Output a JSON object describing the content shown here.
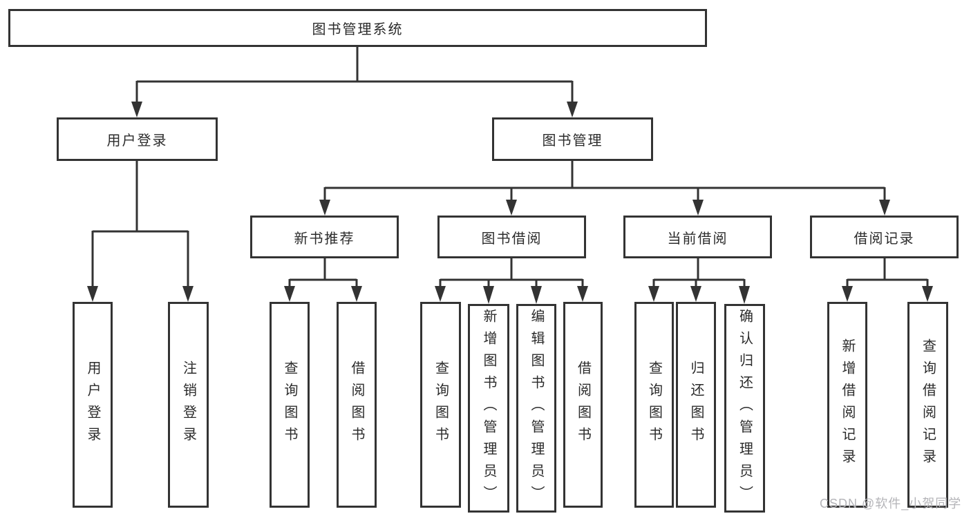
{
  "diagram": {
    "title": "图书管理系统",
    "root": {
      "label": "图书管理系统"
    },
    "user_login": {
      "label": "用户登录",
      "children": [
        "用户登录",
        "注销登录"
      ]
    },
    "book_mgmt": {
      "label": "图书管理",
      "sections": {
        "new_books": {
          "label": "新书推荐",
          "children": [
            "查询图书",
            "借阅图书"
          ]
        },
        "borrow": {
          "label": "图书借阅",
          "children": [
            "查询图书",
            "新增图书（管理员）",
            "编辑图书（管理员）",
            "借阅图书"
          ]
        },
        "current": {
          "label": "当前借阅",
          "children": [
            "查询图书",
            "归还图书",
            "确认归还（管理员）"
          ]
        },
        "records": {
          "label": "借阅记录",
          "children": [
            "新增借阅记录",
            "查询借阅记录"
          ]
        }
      }
    },
    "colors": {
      "line": "#333333",
      "box_background": "#ffffff",
      "text": "#2b2b2b",
      "watermark": "#b4b4b8"
    }
  },
  "watermark": {
    "text": "CSDN @软件_小贺同学"
  }
}
